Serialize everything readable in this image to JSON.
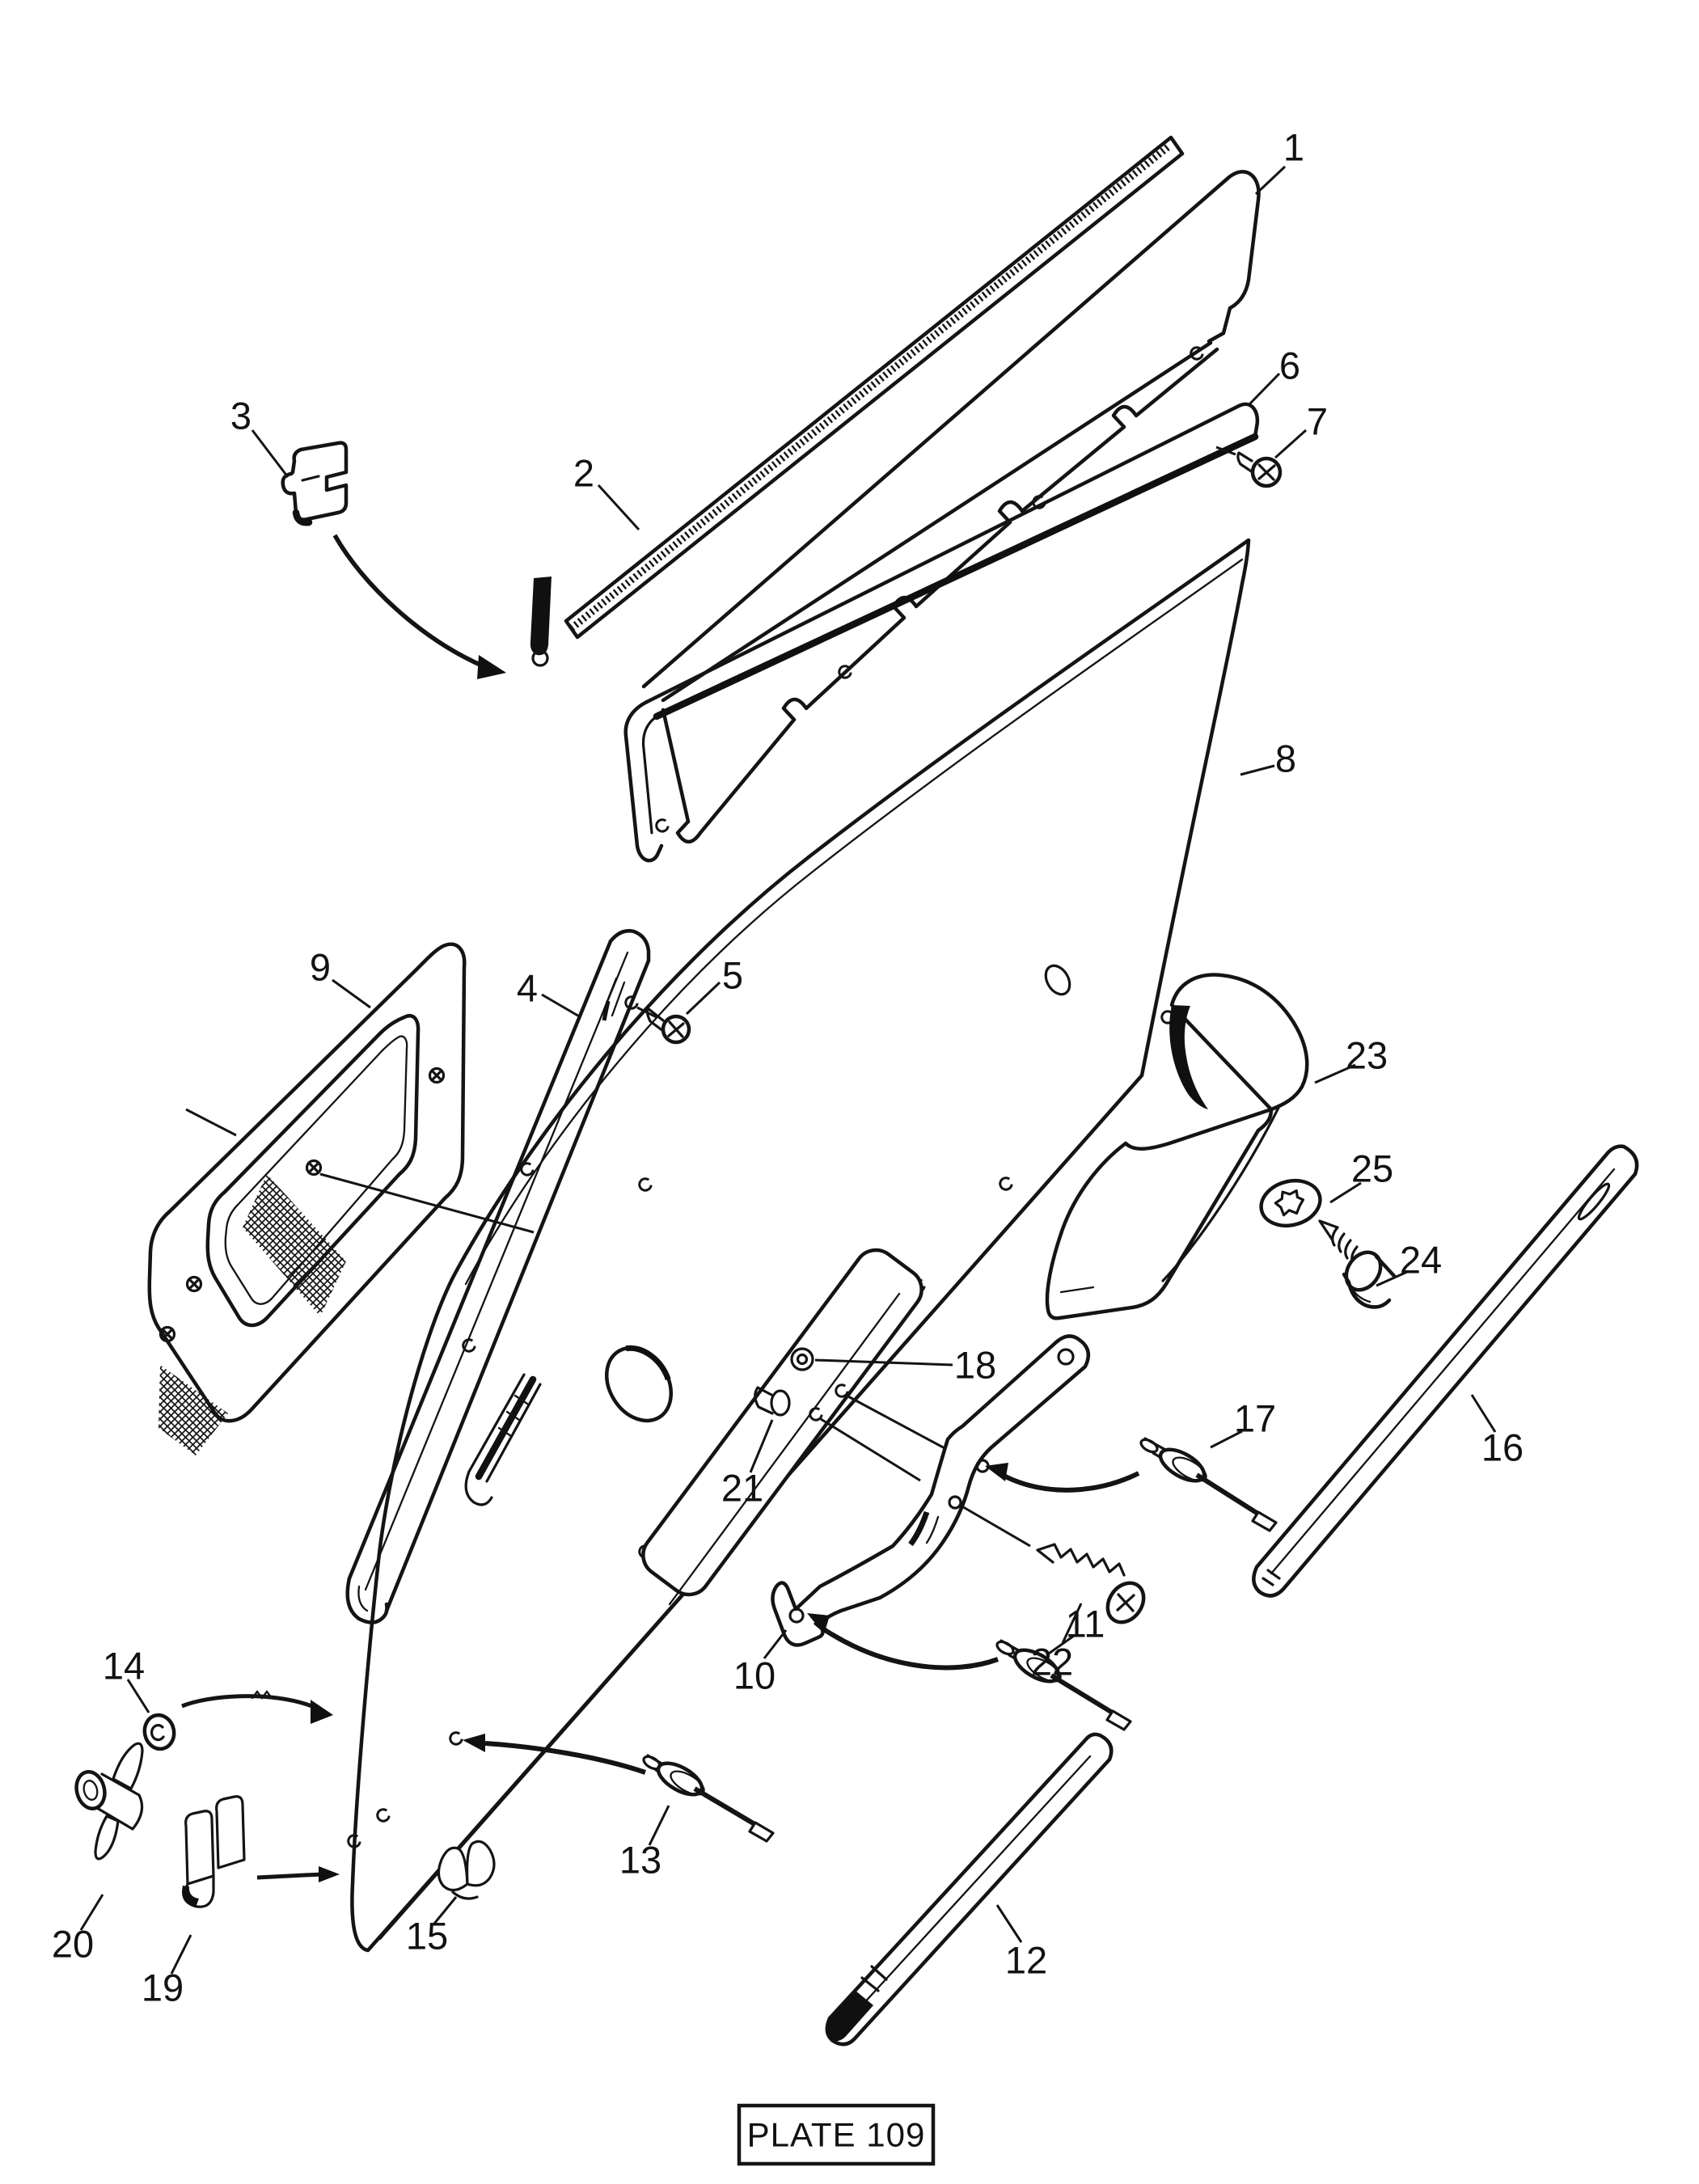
{
  "figure": {
    "plate_label": "PLATE 109"
  },
  "parts": [
    "1",
    "2",
    "3",
    "4",
    "5",
    "6",
    "7",
    "8",
    "9",
    "10",
    "11",
    "12",
    "13",
    "14",
    "15",
    "16",
    "17",
    "18",
    "19",
    "20",
    "21",
    "22",
    "23",
    "24",
    "25"
  ],
  "colors": {
    "ink": "#141414",
    "paper": "#ffffff"
  },
  "icons": {
    "assembly_arrow": "curved-arrow-icon",
    "hole_mark": "hole-glyph-icon",
    "screw_head": "phillips-screw-icon"
  }
}
